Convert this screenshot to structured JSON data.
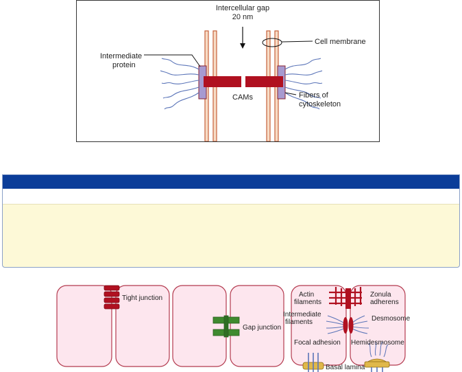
{
  "top_diagram": {
    "labels": {
      "gap_line1": "Intercellular gap",
      "gap_line2": "20 nm",
      "cell_membrane": "Cell membrane",
      "intermediate_line1": "Intermediate",
      "intermediate_line2": "protein",
      "cams": "CAMs",
      "fibers_line1": "Fibers of",
      "fibers_line2": "cytoskeleton"
    }
  },
  "panel": {
    "title": "",
    "subtitle": "",
    "body": ""
  },
  "bottom_diagram": {
    "labels": {
      "tight_junction": "Tight junction",
      "gap_junction": "Gap junction",
      "actin_line1": "Actin",
      "actin_line2": "filaments",
      "zonula_line1": "Zonula",
      "zonula_line2": "adherens",
      "intermediate_line1": "Intermediate",
      "intermediate_line2": "filaments",
      "desmosome": "Desmosome",
      "focal_adhesion": "Focal adhesion",
      "hemidesmosome": "Hemidesmosome",
      "basal_lamina": "Basal lamina"
    }
  },
  "colors": {
    "membrane": "#c6603a",
    "membrane_fill": "#f7dcc6",
    "cam": "#b01020",
    "intermediate_protein": "#a79ad0",
    "fiber": "#5a74b8",
    "cell_fill": "#fde6ee",
    "cell_stroke": "#b33a4e",
    "gap_junction": "#3f8a2f",
    "panel_header": "#0b3d99",
    "panel_body": "#fdf9d7"
  }
}
